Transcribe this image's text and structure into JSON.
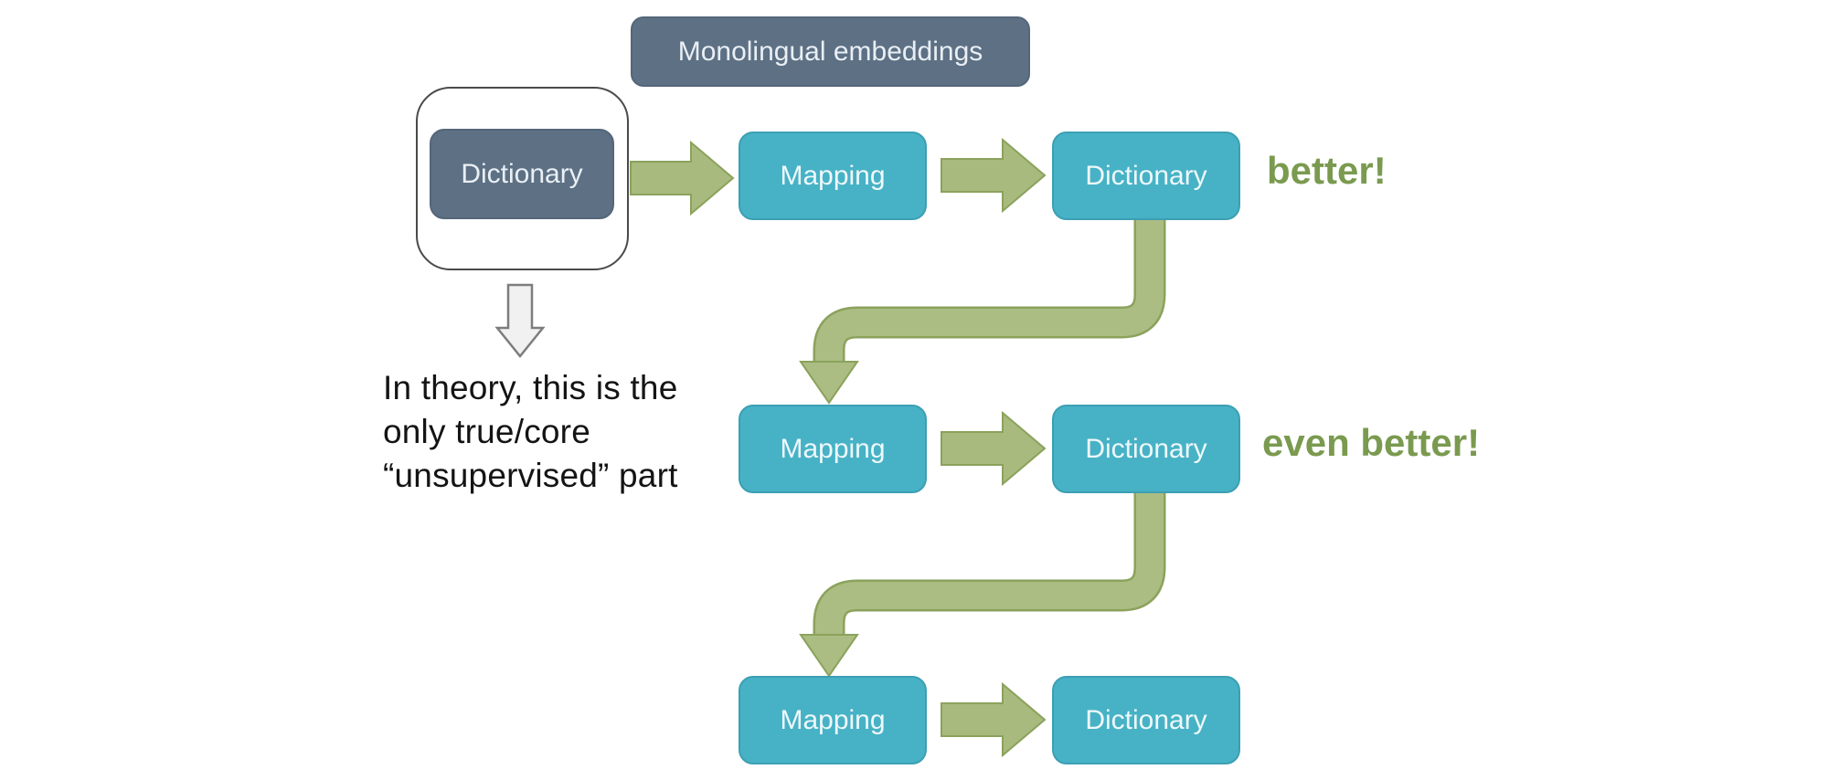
{
  "diagram": {
    "monolingual": {
      "label": "Monolingual embeddings"
    },
    "seed": {
      "label": "Dictionary"
    },
    "rows": [
      {
        "mapping_label": "Mapping",
        "dictionary_label": "Dictionary",
        "comment": "better!"
      },
      {
        "mapping_label": "Mapping",
        "dictionary_label": "Dictionary",
        "comment": "even better!"
      },
      {
        "mapping_label": "Mapping",
        "dictionary_label": "Dictionary"
      }
    ],
    "annotation_lines": [
      "In theory, this is the",
      "only true/core",
      "“unsupervised” part"
    ],
    "colors": {
      "slate_box": "#5d7084",
      "teal_box": "#47b2c6",
      "arrow_green_fill": "#a8ba7d",
      "arrow_green_stroke": "#8ba25c",
      "comment_green": "#7a9a4f",
      "annotation_text": "#141414",
      "hollow_arrow_fill": "#f1f1f1",
      "hollow_arrow_stroke": "#7d7d7d"
    }
  }
}
